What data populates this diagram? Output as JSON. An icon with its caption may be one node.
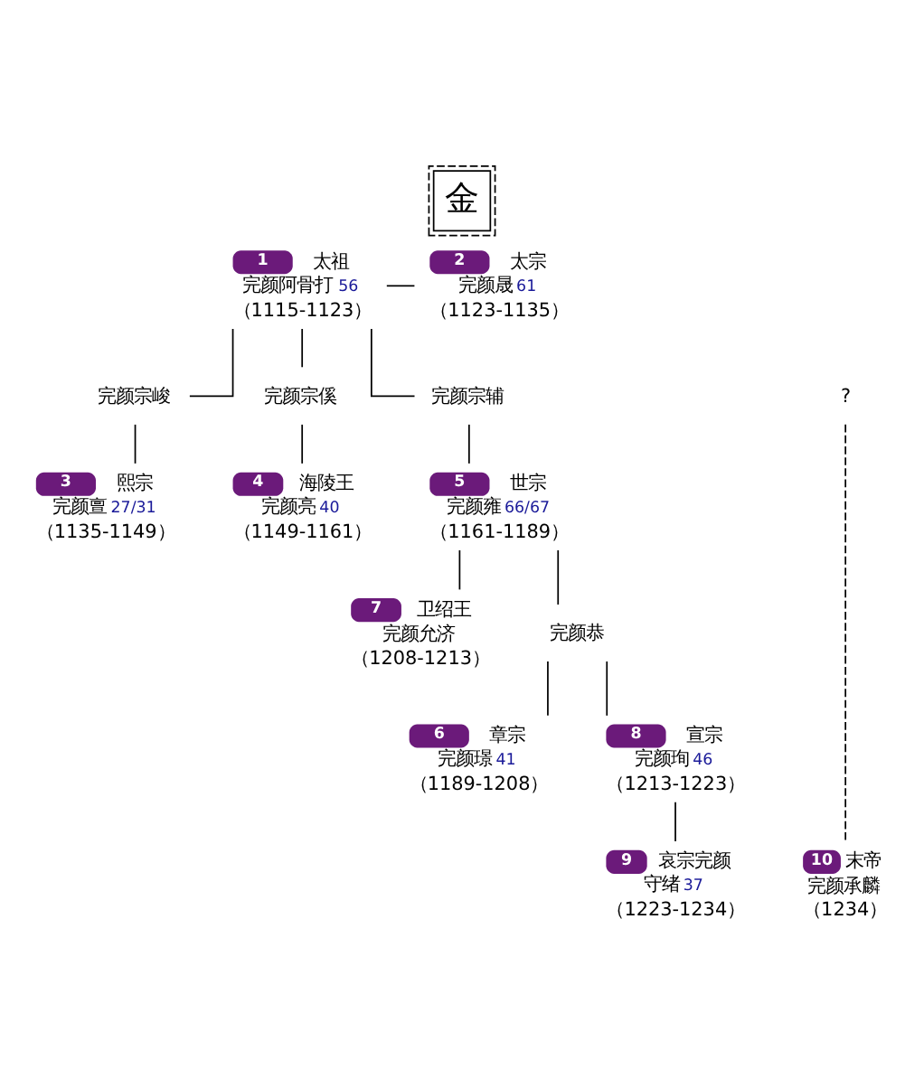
{
  "diagram": {
    "title": "金",
    "nodes": [
      {
        "text": [
          "1",
          "太祖",
          "完颜阿骨打",
          "（1115-1123）"
        ],
        "beside": [
          "56"
        ]
      },
      {
        "text": [
          "2",
          "太宗",
          "完颜晟",
          "（1123-1135）"
        ],
        "beside": [
          "61"
        ]
      },
      {
        "text": [
          "完颜宗峻"
        ]
      },
      {
        "text": [
          "完颜宗傒"
        ]
      },
      {
        "text": [
          "完颜宗辅"
        ]
      },
      {
        "text": [
          "3",
          "熙宗",
          "完颜亶",
          "（1135-1149）"
        ],
        "beside": [
          "27/31"
        ]
      },
      {
        "text": [
          "4",
          "海陵王",
          "完颜亮",
          "（1149-1161）"
        ],
        "beside": [
          "40"
        ]
      },
      {
        "text": [
          "5",
          "世宗",
          "完颜雍",
          "（1161-1189）"
        ],
        "beside": [
          "66/67"
        ]
      },
      {
        "text": [
          "7",
          "卫绍王",
          "完颜允济",
          "（1208-1213）"
        ]
      },
      {
        "text": [
          "完颜恭"
        ]
      },
      {
        "text": [
          "6",
          "章宗",
          "完颜璟",
          "（1189-1208）"
        ],
        "beside": [
          "41"
        ]
      },
      {
        "text": [
          "8",
          "宣宗",
          "完颜珣",
          "（1213-1223）"
        ],
        "beside": [
          "46"
        ]
      },
      {
        "text": [
          "9",
          "哀宗完颜",
          "守绪",
          "（1223-1234）"
        ],
        "beside": [
          "37"
        ]
      },
      {
        "text": [
          "?"
        ]
      },
      {
        "text": [
          "10",
          "末帝",
          "完颜承麟",
          "（1234）"
        ]
      }
    ],
    "edges": [
      {
        "from": 0,
        "to": 1,
        "arrow": "none"
      },
      {
        "from": 0,
        "to": 2,
        "arrow": "none"
      },
      {
        "from": 0,
        "to": 3,
        "arrow": "none"
      },
      {
        "from": 0,
        "to": 4,
        "arrow": "none"
      },
      {
        "from": 2,
        "to": 5,
        "arrow": "none"
      },
      {
        "from": 3,
        "to": 6,
        "arrow": "none"
      },
      {
        "from": 4,
        "to": 7,
        "arrow": "none"
      },
      {
        "from": 7,
        "to": 8,
        "arrow": "none"
      },
      {
        "from": 7,
        "to": 9,
        "arrow": "none"
      },
      {
        "from": 9,
        "to": 10,
        "arrow": "none"
      },
      {
        "from": 9,
        "to": 11,
        "arrow": "none"
      },
      {
        "from": 11,
        "to": 12,
        "arrow": "none"
      },
      {
        "from": 13,
        "to": 14,
        "arrow": "none",
        "style": "dashed"
      }
    ]
  }
}
